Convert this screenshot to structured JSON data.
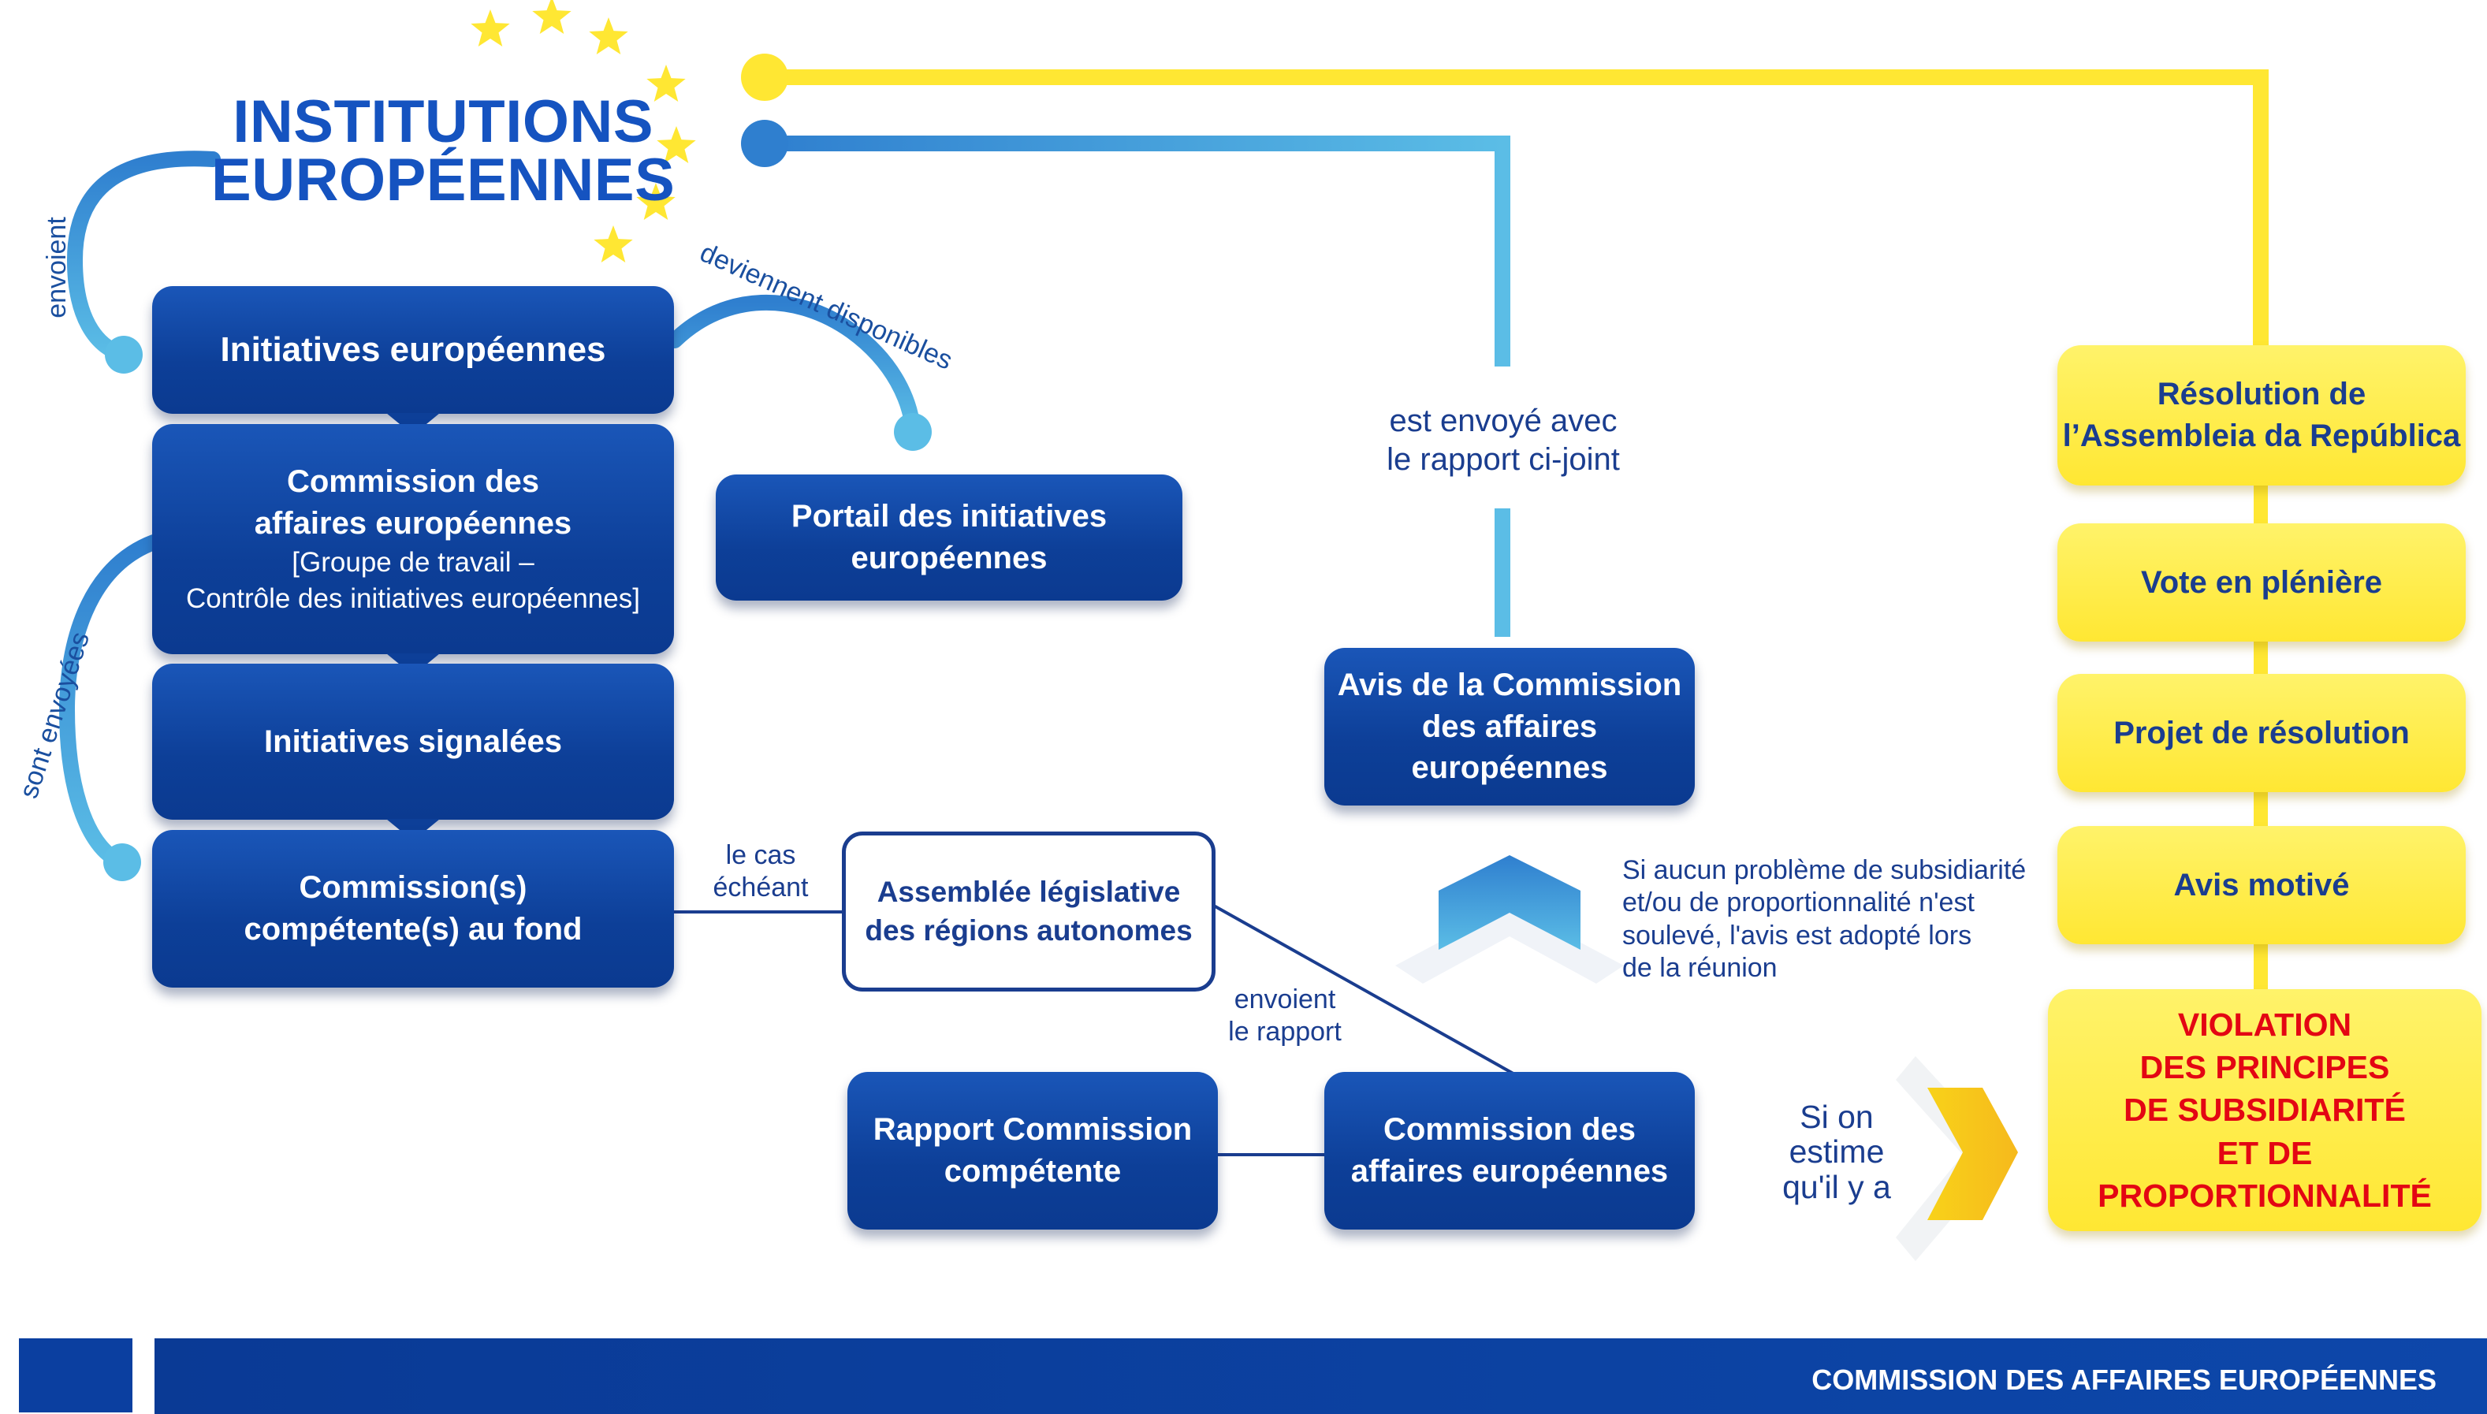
{
  "title": {
    "line1": "INSTITUTIONS",
    "line2": "EUROPÉENNES"
  },
  "boxes": {
    "initiatives": "Initiatives européennes",
    "commission_groupe": {
      "line1": "Commission des",
      "line2": "affaires européennes",
      "line3": "[Groupe de travail –",
      "line4": "Contrôle des initiatives européennes]"
    },
    "signalees": "Initiatives signalées",
    "competentes": {
      "line1": "Commission(s)",
      "line2": "compétente(s) au fond"
    },
    "portail": {
      "line1": "Portail des initiatives",
      "line2": "européennes"
    },
    "assemblee": {
      "line1": "Assemblée législative",
      "line2": "des régions autonomes"
    },
    "rapport": {
      "line1": "Rapport Commission",
      "line2": "compétente"
    },
    "commission": {
      "line1": "Commission des",
      "line2": "affaires européennes"
    },
    "avis_commission": {
      "line1": "Avis de la Commission",
      "line2": "des affaires européennes"
    },
    "resolution": {
      "line1": "Résolution de",
      "line2": "l’Assembleia  da República"
    },
    "vote": "Vote en plénière",
    "projet": "Projet de résolution",
    "avis_motive": "Avis motivé",
    "violation": {
      "line1": "VIOLATION",
      "line2": "DES PRINCIPES",
      "line3": "DE SUBSIDIARITÉ",
      "line4": "ET DE PROPORTIONNALITÉ"
    }
  },
  "labels": {
    "envoient": "envoient",
    "sont_envoyees": "sont envoyées",
    "deviennent_disponibles": "deviennent disponibles",
    "le_cas_echeant": {
      "line1": "le cas",
      "line2": "échéant"
    },
    "envoient_rapport": {
      "line1": "envoient",
      "line2": "le rapport"
    },
    "est_envoye": {
      "line1": "est envoyé avec",
      "line2": "le rapport ci-joint"
    },
    "si_aucun": {
      "line1": "Si aucun problème de subsidiarité",
      "line2": "et/ou de proportionnalité n'est",
      "line3": "soulevé, l'avis est adopté lors",
      "line4": "de la réunion"
    },
    "si_on": {
      "line1": "Si on",
      "line2": "estime",
      "line3": "qu'il y a"
    }
  },
  "footer": {
    "text": "COMMISSION DES AFFAIRES EUROPÉENNES"
  },
  "colors": {
    "navy": "#0d3f98",
    "light_blue": "#5bbde6",
    "yellow": "#ffe733",
    "red": "#e30613",
    "title_blue": "#1553c0"
  }
}
